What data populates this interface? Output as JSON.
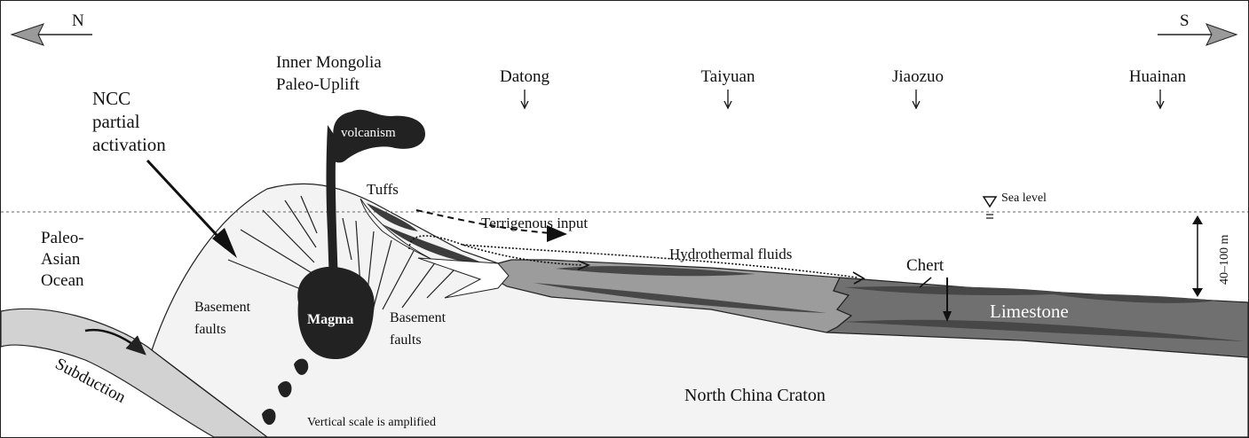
{
  "directions": {
    "north": "N",
    "south": "S"
  },
  "locations": [
    {
      "key": "datong",
      "label": "Datong"
    },
    {
      "key": "taiyuan",
      "label": "Taiyuan"
    },
    {
      "key": "jiaozuo",
      "label": "Jiaozuo"
    },
    {
      "key": "huainan",
      "label": "Huainan"
    }
  ],
  "labels": {
    "uplift_line1": "Inner Mongolia",
    "uplift_line2": "Paleo-Uplift",
    "ncc_line1": "NCC",
    "ncc_line2": "partial",
    "ncc_line3": "activation",
    "volcanism": "volcanism",
    "tuffs": "Tuffs",
    "terrigenous": "Terrigenous input",
    "hydrothermal": "Hydrothermal fluids",
    "sea_level": "Sea level",
    "chert": "Chert",
    "limestone": "Limestone",
    "depth": "40–100 m",
    "ocean_line1": "Paleo-",
    "ocean_line2": "Asian",
    "ocean_line3": "Ocean",
    "basement_left_line1": "Basement",
    "basement_left_line2": "faults",
    "magma": "Magma",
    "basement_right_line1": "Basement",
    "basement_right_line2": "faults",
    "subduction": "Subduction",
    "craton": "North China Craton",
    "scale_note": "Vertical scale is amplified"
  },
  "colors": {
    "basin_light": "#9a9a9a",
    "basin_dark": "#6e6e6e",
    "layer_dark": "#4a4a4a",
    "magma": "#222222",
    "slab": "#d4d4d4",
    "crust": "#f4f4f4"
  }
}
